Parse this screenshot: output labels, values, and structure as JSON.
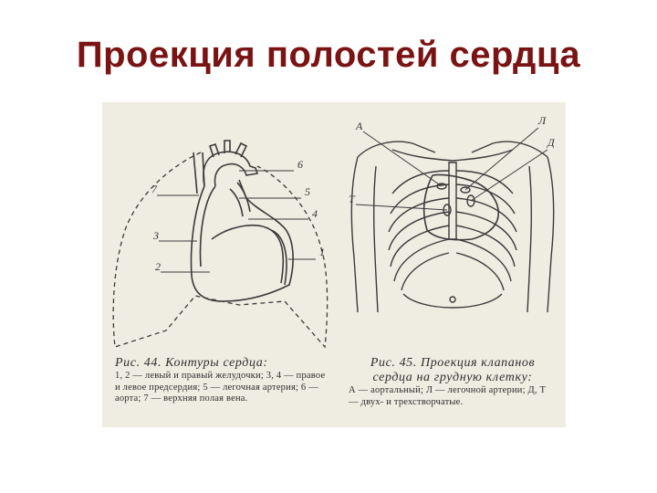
{
  "title": "Проекция полостей сердца",
  "figure_left": {
    "caption_title": "Рис. 44. Контуры сердца:",
    "caption_text": "1, 2 — левый и правый желудочки; 3, 4 — правое и левое предсердия; 5 — легочная артерия; 6 — аорта; 7 — верхняя полая вена.",
    "labels": [
      "1",
      "2",
      "3",
      "4",
      "5",
      "6",
      "7"
    ]
  },
  "figure_right": {
    "caption_title": "Рис. 45. Проекция клапанов сердца на грудную клетку:",
    "caption_text": "А — аортальный; Л — легочной артерии; Д, Т — двух- и трехстворчатые.",
    "labels": [
      "А",
      "Л",
      "Д",
      "Т"
    ]
  },
  "colors": {
    "title": "#7a1414",
    "scan_background": "#efece2",
    "ink": "#3a3a3a"
  }
}
